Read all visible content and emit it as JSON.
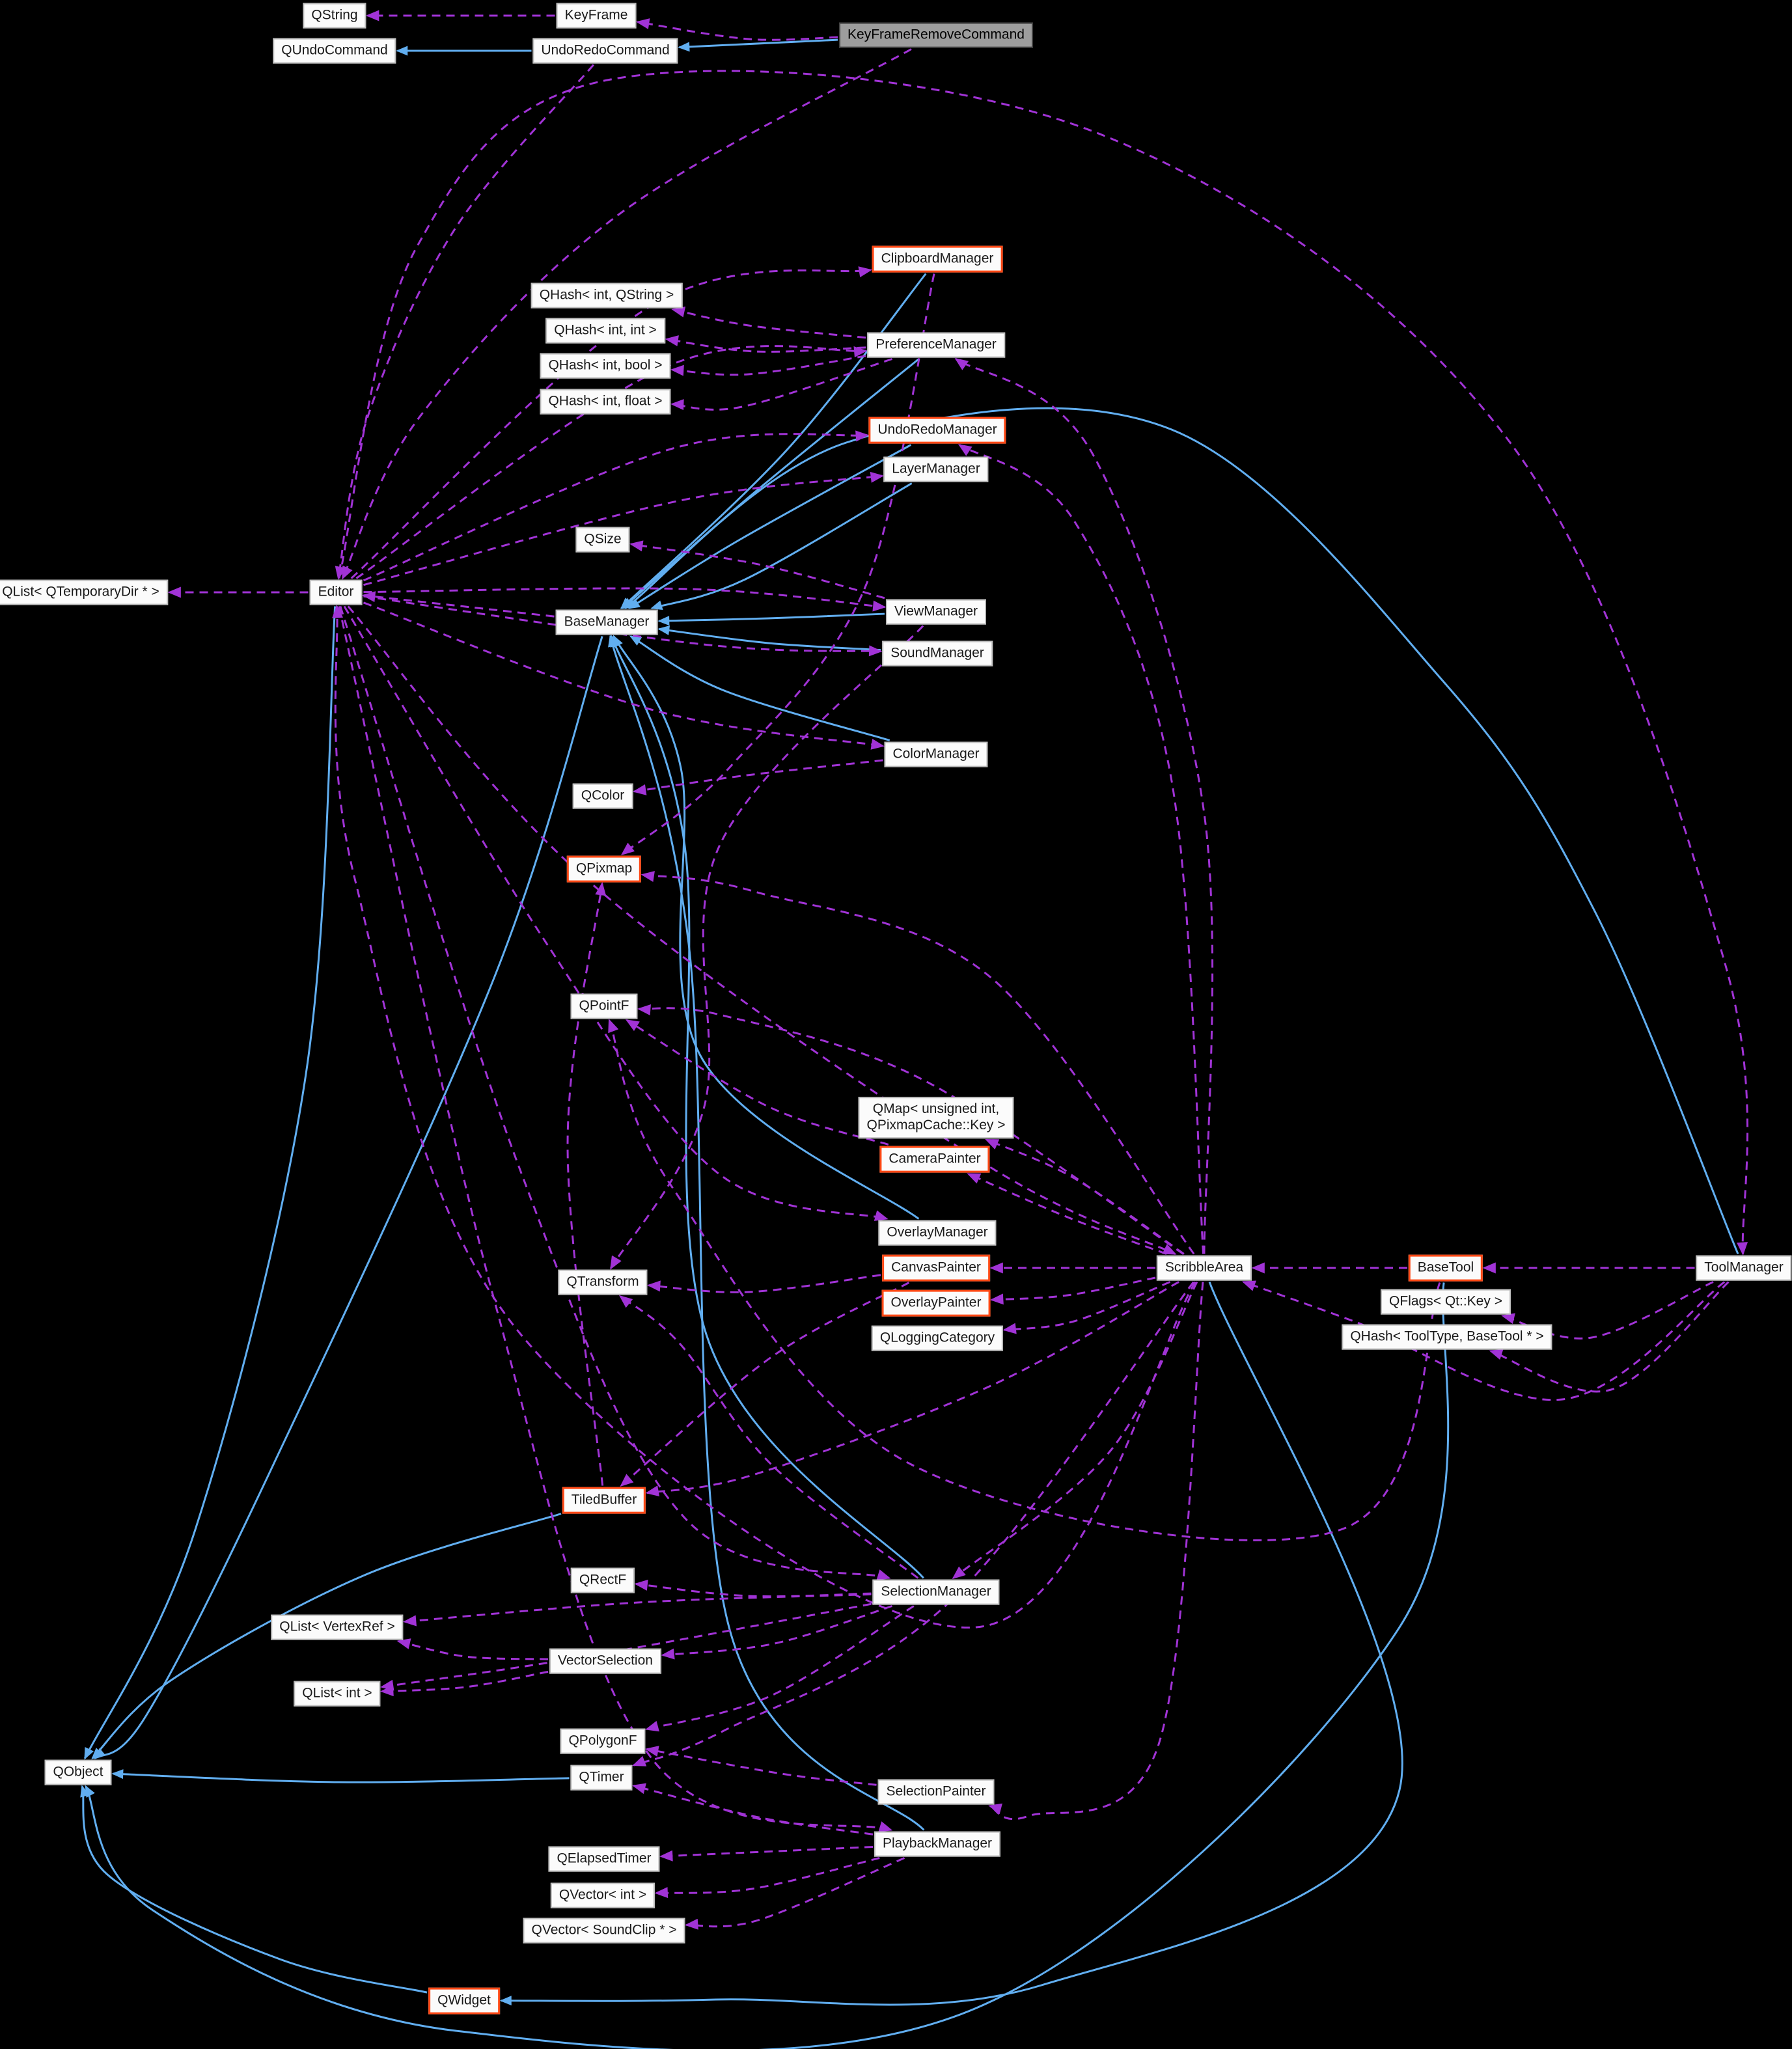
{
  "diagram": {
    "kind": "doxygen-collaboration-graph",
    "focus_class": "KeyFrameRemoveCommand",
    "colors": {
      "background": "#000000",
      "inheritance_edge": "#61aef0",
      "usage_edge": "#a133d6",
      "node_background": "#fbfbfb",
      "node_border": "#bdbdbd",
      "highlight_border": "#ff4713",
      "selected_background": "#9d9d9d",
      "text": "#1a1a1a"
    },
    "nodes": [
      {
        "id": "qstring",
        "label": "QString",
        "kind": "normal"
      },
      {
        "id": "keyframe",
        "label": "KeyFrame",
        "kind": "normal"
      },
      {
        "id": "keyframeremovecommand",
        "label": "KeyFrameRemoveCommand",
        "kind": "selected"
      },
      {
        "id": "qundocommand",
        "label": "QUndoCommand",
        "kind": "normal"
      },
      {
        "id": "undoredocommand",
        "label": "UndoRedoCommand",
        "kind": "normal"
      },
      {
        "id": "clipboardmanager",
        "label": "ClipboardManager",
        "kind": "highlighted"
      },
      {
        "id": "qhash_int_qstring",
        "label": "QHash< int, QString >",
        "kind": "normal"
      },
      {
        "id": "qhash_int_int",
        "label": "QHash< int, int >",
        "kind": "normal"
      },
      {
        "id": "preferencemanager",
        "label": "PreferenceManager",
        "kind": "normal"
      },
      {
        "id": "qhash_int_bool",
        "label": "QHash< int, bool >",
        "kind": "normal"
      },
      {
        "id": "qhash_int_float",
        "label": "QHash< int, float >",
        "kind": "normal"
      },
      {
        "id": "undoredomanager",
        "label": "UndoRedoManager",
        "kind": "highlighted"
      },
      {
        "id": "layermanager",
        "label": "LayerManager",
        "kind": "normal"
      },
      {
        "id": "qsize",
        "label": "QSize",
        "kind": "normal"
      },
      {
        "id": "qlist_qtemporarydir",
        "label": "QList< QTemporaryDir * >",
        "kind": "normal"
      },
      {
        "id": "editor",
        "label": "Editor",
        "kind": "normal"
      },
      {
        "id": "basemanager",
        "label": "BaseManager",
        "kind": "normal"
      },
      {
        "id": "viewmanager",
        "label": "ViewManager",
        "kind": "normal"
      },
      {
        "id": "soundmanager",
        "label": "SoundManager",
        "kind": "normal"
      },
      {
        "id": "colormanager",
        "label": "ColorManager",
        "kind": "normal"
      },
      {
        "id": "qcolor",
        "label": "QColor",
        "kind": "normal"
      },
      {
        "id": "qpixmap",
        "label": "QPixmap",
        "kind": "highlighted"
      },
      {
        "id": "qpointf",
        "label": "QPointF",
        "kind": "normal"
      },
      {
        "id": "qmap_qpixmapcache",
        "label": "QMap< unsigned int,\nQPixmapCache::Key >",
        "kind": "normal"
      },
      {
        "id": "camerapainter",
        "label": "CameraPainter",
        "kind": "highlighted"
      },
      {
        "id": "overlaymanager",
        "label": "OverlayManager",
        "kind": "normal"
      },
      {
        "id": "canvaspainter",
        "label": "CanvasPainter",
        "kind": "highlighted"
      },
      {
        "id": "overlaypainter",
        "label": "OverlayPainter",
        "kind": "highlighted"
      },
      {
        "id": "qloggingcategory",
        "label": "QLoggingCategory",
        "kind": "normal"
      },
      {
        "id": "scribblearea",
        "label": "ScribbleArea",
        "kind": "normal"
      },
      {
        "id": "basetool",
        "label": "BaseTool",
        "kind": "highlighted"
      },
      {
        "id": "qflags_qt_key",
        "label": "QFlags< Qt::Key >",
        "kind": "normal"
      },
      {
        "id": "qhash_tooltype",
        "label": "QHash< ToolType, BaseTool * >",
        "kind": "normal"
      },
      {
        "id": "toolmanager",
        "label": "ToolManager",
        "kind": "normal"
      },
      {
        "id": "qtransform",
        "label": "QTransform",
        "kind": "normal"
      },
      {
        "id": "tiledbuffer",
        "label": "TiledBuffer",
        "kind": "highlighted"
      },
      {
        "id": "qrectf",
        "label": "QRectF",
        "kind": "normal"
      },
      {
        "id": "selectionmanager",
        "label": "SelectionManager",
        "kind": "normal"
      },
      {
        "id": "qlist_vertexref",
        "label": "QList< VertexRef >",
        "kind": "normal"
      },
      {
        "id": "vectorselection",
        "label": "VectorSelection",
        "kind": "normal"
      },
      {
        "id": "qlist_int",
        "label": "QList< int >",
        "kind": "normal"
      },
      {
        "id": "qpolygonf",
        "label": "QPolygonF",
        "kind": "normal"
      },
      {
        "id": "qtimer",
        "label": "QTimer",
        "kind": "normal"
      },
      {
        "id": "selectionpainter",
        "label": "SelectionPainter",
        "kind": "normal"
      },
      {
        "id": "playbackmanager",
        "label": "PlaybackManager",
        "kind": "normal"
      },
      {
        "id": "qelapsedtimer",
        "label": "QElapsedTimer",
        "kind": "normal"
      },
      {
        "id": "qvector_int",
        "label": "QVector< int >",
        "kind": "normal"
      },
      {
        "id": "qvector_soundclip",
        "label": "QVector< SoundClip * >",
        "kind": "normal"
      },
      {
        "id": "qobject",
        "label": "QObject",
        "kind": "normal"
      },
      {
        "id": "qwidget",
        "label": "QWidget",
        "kind": "highlighted"
      }
    ],
    "edges": [
      {
        "from": "undoredocommand",
        "to": "qundocommand",
        "type": "inheritance"
      },
      {
        "from": "keyframeremovecommand",
        "to": "undoredocommand",
        "type": "inheritance"
      },
      {
        "from": "clipboardmanager",
        "to": "basemanager",
        "type": "inheritance"
      },
      {
        "from": "preferencemanager",
        "to": "basemanager",
        "type": "inheritance"
      },
      {
        "from": "undoredomanager",
        "to": "basemanager",
        "type": "inheritance"
      },
      {
        "from": "layermanager",
        "to": "basemanager",
        "type": "inheritance"
      },
      {
        "from": "viewmanager",
        "to": "basemanager",
        "type": "inheritance"
      },
      {
        "from": "soundmanager",
        "to": "basemanager",
        "type": "inheritance"
      },
      {
        "from": "colormanager",
        "to": "basemanager",
        "type": "inheritance"
      },
      {
        "from": "overlaymanager",
        "to": "basemanager",
        "type": "inheritance"
      },
      {
        "from": "selectionmanager",
        "to": "basemanager",
        "type": "inheritance"
      },
      {
        "from": "playbackmanager",
        "to": "basemanager",
        "type": "inheritance"
      },
      {
        "from": "toolmanager",
        "to": "basemanager",
        "type": "inheritance"
      },
      {
        "from": "basemanager",
        "to": "qobject",
        "type": "inheritance"
      },
      {
        "from": "editor",
        "to": "qobject",
        "type": "inheritance"
      },
      {
        "from": "qtimer",
        "to": "qobject",
        "type": "inheritance"
      },
      {
        "from": "tiledbuffer",
        "to": "qobject",
        "type": "inheritance"
      },
      {
        "from": "basetool",
        "to": "qobject",
        "type": "inheritance"
      },
      {
        "from": "qwidget",
        "to": "qobject",
        "type": "inheritance"
      },
      {
        "from": "scribblearea",
        "to": "qwidget",
        "type": "inheritance"
      },
      {
        "from": "keyframe",
        "to": "qstring",
        "type": "usage"
      },
      {
        "from": "keyframeremovecommand",
        "to": "keyframe",
        "type": "usage"
      },
      {
        "from": "keyframeremovecommand",
        "to": "editor",
        "type": "usage"
      },
      {
        "from": "undoredocommand",
        "to": "editor",
        "type": "usage"
      },
      {
        "from": "editor",
        "to": "qlist_qtemporarydir",
        "type": "usage"
      },
      {
        "from": "editor",
        "to": "toolmanager",
        "type": "usage"
      },
      {
        "from": "editor",
        "to": "clipboardmanager",
        "type": "usage"
      },
      {
        "from": "editor",
        "to": "preferencemanager",
        "type": "usage"
      },
      {
        "from": "editor",
        "to": "undoredomanager",
        "type": "usage"
      },
      {
        "from": "editor",
        "to": "layermanager",
        "type": "usage"
      },
      {
        "from": "editor",
        "to": "viewmanager",
        "type": "usage"
      },
      {
        "from": "editor",
        "to": "soundmanager",
        "type": "usage"
      },
      {
        "from": "editor",
        "to": "colormanager",
        "type": "usage"
      },
      {
        "from": "editor",
        "to": "overlaymanager",
        "type": "usage"
      },
      {
        "from": "editor",
        "to": "selectionmanager",
        "type": "usage"
      },
      {
        "from": "editor",
        "to": "playbackmanager",
        "type": "usage"
      },
      {
        "from": "editor",
        "to": "scribblearea",
        "type": "usage"
      },
      {
        "from": "basemanager",
        "to": "editor",
        "type": "usage"
      },
      {
        "from": "scribblearea",
        "to": "editor",
        "type": "usage"
      },
      {
        "from": "preferencemanager",
        "to": "qhash_int_qstring",
        "type": "usage"
      },
      {
        "from": "preferencemanager",
        "to": "qhash_int_int",
        "type": "usage"
      },
      {
        "from": "preferencemanager",
        "to": "qhash_int_bool",
        "type": "usage"
      },
      {
        "from": "preferencemanager",
        "to": "qhash_int_float",
        "type": "usage"
      },
      {
        "from": "viewmanager",
        "to": "qsize",
        "type": "usage"
      },
      {
        "from": "colormanager",
        "to": "qcolor",
        "type": "usage"
      },
      {
        "from": "clipboardmanager",
        "to": "qpixmap",
        "type": "usage"
      },
      {
        "from": "scribblearea",
        "to": "qpixmap",
        "type": "usage"
      },
      {
        "from": "tiledbuffer",
        "to": "qpixmap",
        "type": "usage"
      },
      {
        "from": "scribblearea",
        "to": "qpointf",
        "type": "usage"
      },
      {
        "from": "camerapainter",
        "to": "qpointf",
        "type": "usage"
      },
      {
        "from": "basetool",
        "to": "qpointf",
        "type": "usage"
      },
      {
        "from": "scribblearea",
        "to": "qmap_qpixmapcache",
        "type": "usage"
      },
      {
        "from": "scribblearea",
        "to": "camerapainter",
        "type": "usage"
      },
      {
        "from": "scribblearea",
        "to": "canvaspainter",
        "type": "usage"
      },
      {
        "from": "scribblearea",
        "to": "overlaypainter",
        "type": "usage"
      },
      {
        "from": "scribblearea",
        "to": "qloggingcategory",
        "type": "usage"
      },
      {
        "from": "scribblearea",
        "to": "undoredomanager",
        "type": "usage"
      },
      {
        "from": "scribblearea",
        "to": "preferencemanager",
        "type": "usage"
      },
      {
        "from": "viewmanager",
        "to": "qtransform",
        "type": "usage"
      },
      {
        "from": "canvaspainter",
        "to": "qtransform",
        "type": "usage"
      },
      {
        "from": "selectionmanager",
        "to": "qtransform",
        "type": "usage"
      },
      {
        "from": "basetool",
        "to": "scribblearea",
        "type": "usage"
      },
      {
        "from": "toolmanager",
        "to": "scribblearea",
        "type": "usage"
      },
      {
        "from": "toolmanager",
        "to": "basetool",
        "type": "usage"
      },
      {
        "from": "toolmanager",
        "to": "qflags_qt_key",
        "type": "usage"
      },
      {
        "from": "toolmanager",
        "to": "qhash_tooltype",
        "type": "usage"
      },
      {
        "from": "scribblearea",
        "to": "selectionmanager",
        "type": "usage"
      },
      {
        "from": "selectionmanager",
        "to": "qrectf",
        "type": "usage"
      },
      {
        "from": "selectionmanager",
        "to": "vectorselection",
        "type": "usage"
      },
      {
        "from": "selectionmanager",
        "to": "qpolygonf",
        "type": "usage"
      },
      {
        "from": "selectionpainter",
        "to": "qpolygonf",
        "type": "usage"
      },
      {
        "from": "vectorselection",
        "to": "qlist_vertexref",
        "type": "usage"
      },
      {
        "from": "vectorselection",
        "to": "qlist_int",
        "type": "usage"
      },
      {
        "from": "selectionmanager",
        "to": "qlist_vertexref",
        "type": "usage"
      },
      {
        "from": "selectionmanager",
        "to": "qlist_int",
        "type": "usage"
      },
      {
        "from": "scribblearea",
        "to": "qtimer",
        "type": "usage"
      },
      {
        "from": "playbackmanager",
        "to": "qtimer",
        "type": "usage"
      },
      {
        "from": "playbackmanager",
        "to": "qelapsedtimer",
        "type": "usage"
      },
      {
        "from": "playbackmanager",
        "to": "qvector_int",
        "type": "usage"
      },
      {
        "from": "playbackmanager",
        "to": "qvector_soundclip",
        "type": "usage"
      },
      {
        "from": "scribblearea",
        "to": "selectionpainter",
        "type": "usage"
      },
      {
        "from": "scribblearea",
        "to": "tiledbuffer",
        "type": "usage"
      },
      {
        "from": "canvaspainter",
        "to": "tiledbuffer",
        "type": "usage"
      }
    ]
  }
}
